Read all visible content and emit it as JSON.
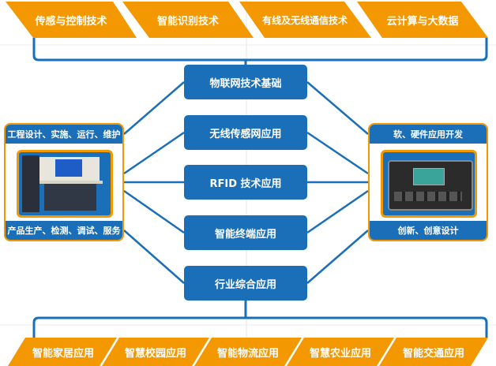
{
  "top_categories": [
    "传感与控制技术",
    "智能识别技术",
    "有线及无线通信技术",
    "云计算与大数据"
  ],
  "center_modules": [
    "物联网技术基础",
    "无线传感网应用",
    "RFID 技术应用",
    "智能终端应用",
    "行业综合应用"
  ],
  "left_panel": {
    "top_label": "工程设计、实施、运行、维护",
    "bottom_label": "产品生产、检测、调试、服务"
  },
  "right_panel": {
    "top_label": "软、硬件应用开发",
    "bottom_label": "创新、创意设计"
  },
  "bottom_applications": [
    "智能家居应用",
    "智慧校园应用",
    "智能物流应用",
    "智慧农业应用",
    "智能交通应用"
  ],
  "colors": {
    "orange": "#f39800",
    "blue": "#1a6fb8"
  }
}
